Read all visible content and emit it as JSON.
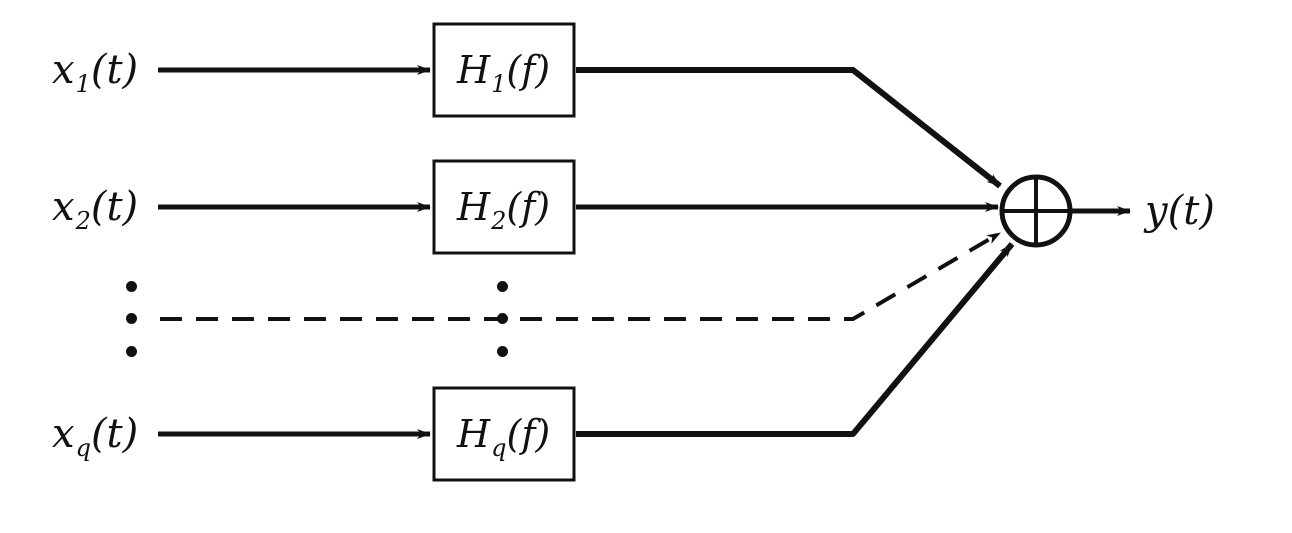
{
  "inputs": [
    {
      "base": "x",
      "sub": "1",
      "arg": "(t)"
    },
    {
      "base": "x",
      "sub": "2",
      "arg": "(t)"
    },
    {
      "base": "x",
      "sub": "q",
      "arg": "(t)"
    }
  ],
  "filters": [
    {
      "base": "H",
      "sub": "1",
      "arg": "(f)"
    },
    {
      "base": "H",
      "sub": "2",
      "arg": "(f)"
    },
    {
      "base": "H",
      "sub": "q",
      "arg": "(f)"
    }
  ],
  "output": {
    "base": "y",
    "arg": "(t)"
  },
  "icons": {
    "summing_junction": "circle-plus-icon",
    "ellipsis": "vertical-dots-icon"
  },
  "colors": {
    "ink": "#111111",
    "background": "#ffffff"
  }
}
